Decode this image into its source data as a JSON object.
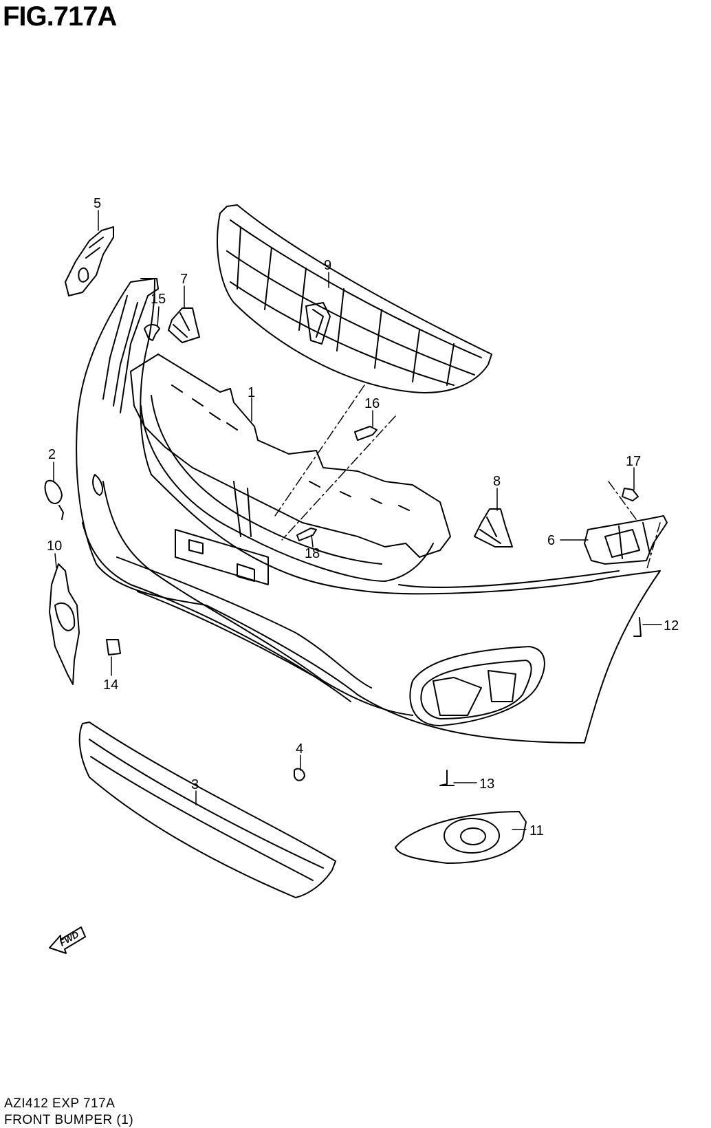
{
  "title": "FIG.717A",
  "footer": {
    "code": "AZI412 EXP 717A",
    "name": "FRONT BUMPER (1)"
  },
  "fwd_label": "FWD",
  "callouts": [
    "1",
    "2",
    "3",
    "4",
    "5",
    "6",
    "7",
    "8",
    "9",
    "10",
    "11",
    "12",
    "13",
    "14",
    "15",
    "16",
    "17",
    "18"
  ],
  "colors": {
    "line": "#000000",
    "background": "#ffffff"
  }
}
